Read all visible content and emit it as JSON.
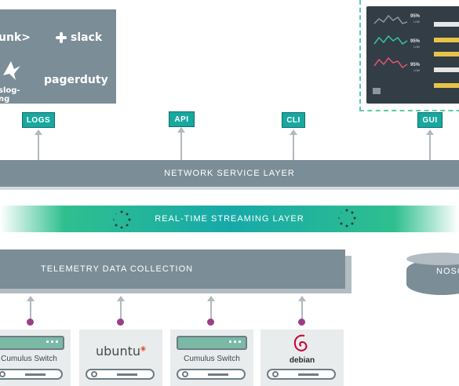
{
  "integrations": {
    "logos": [
      "unk>",
      "slack",
      "slog-ng",
      "pagerduty"
    ]
  },
  "dashboard": {
    "values": [
      "95%",
      "95%",
      "95%"
    ],
    "low_labels": [
      "LOW",
      "LOW",
      "LOW"
    ]
  },
  "interfaces": [
    {
      "label": "LOGS"
    },
    {
      "label": "API"
    },
    {
      "label": "CLI"
    },
    {
      "label": "GUI"
    }
  ],
  "layers": {
    "network_service": "NETWORK SERVICE LAYER",
    "streaming": "REAL-TIME STREAMING LAYER",
    "telemetry": "TELEMETRY DATA COLLECTION",
    "nosql": "NOSQ"
  },
  "devices": [
    {
      "name": "Cumulus Switch",
      "type": "switch"
    },
    {
      "name": "ubuntu",
      "type": "server-os"
    },
    {
      "name": "Cumulus Switch",
      "type": "switch"
    },
    {
      "name": "debian",
      "type": "server-os"
    }
  ],
  "colors": {
    "layer_gray": "#7b8d97",
    "teal": "#17a8a0",
    "accent_green": "#5fc9a9",
    "connector_dot": "#9a3f86"
  }
}
